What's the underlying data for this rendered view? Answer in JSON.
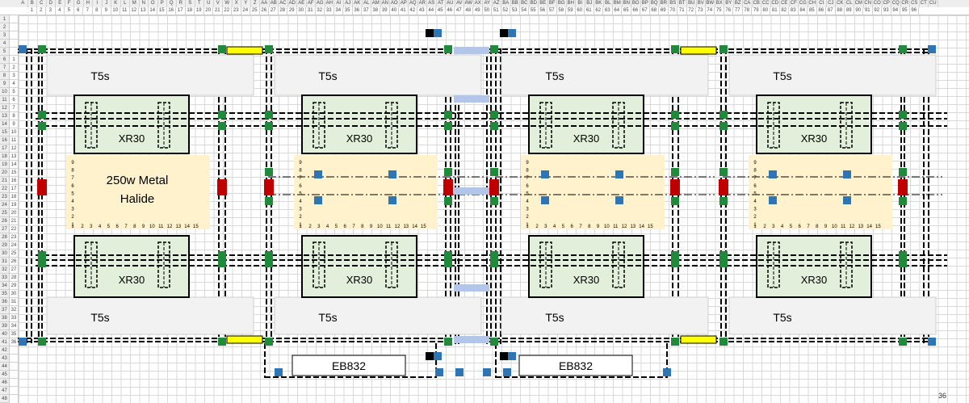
{
  "spreadsheet": {
    "column_letters": [
      "A",
      "B",
      "C",
      "D",
      "E",
      "F",
      "G",
      "H",
      "I",
      "J",
      "K",
      "L",
      "M",
      "N",
      "O",
      "P",
      "Q",
      "R",
      "S",
      "T",
      "U",
      "V",
      "W",
      "X",
      "Y",
      "Z",
      "AA",
      "AB",
      "AC",
      "AD",
      "AE",
      "AF",
      "AG",
      "AH",
      "AI",
      "AJ",
      "AK",
      "AL",
      "AM",
      "AN",
      "AO",
      "AP",
      "AQ",
      "AR",
      "AS",
      "AT",
      "AU",
      "AV",
      "AW",
      "AX",
      "AY",
      "AZ",
      "BA",
      "BB",
      "BC",
      "BD",
      "BE",
      "BF",
      "BG",
      "BH",
      "BI",
      "BJ",
      "BK",
      "BL",
      "BM",
      "BN",
      "BO",
      "BP",
      "BQ",
      "BR",
      "BS",
      "BT",
      "BU",
      "BV",
      "BW",
      "BX",
      "BY",
      "BZ",
      "CA",
      "CB",
      "CC",
      "CD",
      "CE",
      "CF",
      "CG",
      "CH",
      "CI",
      "CJ",
      "CK",
      "CL",
      "CM",
      "CN",
      "CO",
      "CP",
      "CQ",
      "CR",
      "CS",
      "CT",
      "CU"
    ],
    "column_numbers": [
      "1",
      "2",
      "3",
      "4",
      "5",
      "6",
      "7",
      "8",
      "9",
      "10",
      "11",
      "12",
      "13",
      "14",
      "15",
      "16",
      "17",
      "18",
      "19",
      "20",
      "21",
      "22",
      "23",
      "24",
      "25",
      "26",
      "27",
      "28",
      "29",
      "30",
      "31",
      "32",
      "33",
      "34",
      "35",
      "36",
      "37",
      "38",
      "39",
      "40",
      "41",
      "42",
      "43",
      "44",
      "45",
      "46",
      "47",
      "48",
      "49",
      "50",
      "51",
      "52",
      "53",
      "54",
      "55",
      "56",
      "57",
      "58",
      "59",
      "60",
      "61",
      "62",
      "63",
      "64",
      "65",
      "66",
      "67",
      "68",
      "69",
      "70",
      "71",
      "72",
      "73",
      "74",
      "75",
      "76",
      "77",
      "78",
      "79",
      "80",
      "81",
      "82",
      "83",
      "84",
      "85",
      "86",
      "87",
      "88",
      "89",
      "90",
      "91",
      "92",
      "93",
      "94",
      "95",
      "96"
    ],
    "row_numbers_left": [
      "1",
      "2",
      "3",
      "4",
      "5",
      "6",
      "7",
      "8",
      "9",
      "10",
      "11",
      "12",
      "13",
      "14",
      "15",
      "16",
      "17",
      "18",
      "19",
      "20",
      "21",
      "22",
      "23",
      "24",
      "25",
      "26",
      "27",
      "28",
      "29",
      "30",
      "31",
      "32",
      "33",
      "34",
      "35",
      "36",
      "37",
      "38",
      "39",
      "40",
      "41",
      "42",
      "43",
      "44",
      "45",
      "46",
      "47",
      "48"
    ],
    "row_numbers_inner": [
      "",
      "",
      "",
      "",
      "",
      "1",
      "2",
      "3",
      "4",
      "5",
      "6",
      "7",
      "8",
      "9",
      "10",
      "11",
      "12",
      "13",
      "14",
      "15",
      "16",
      "17",
      "18",
      "19",
      "20",
      "21",
      "22",
      "23",
      "24",
      "25",
      "26",
      "27",
      "28",
      "29",
      "30",
      "31",
      "32",
      "33",
      "34",
      "35",
      "36",
      "",
      "",
      "",
      "",
      "",
      ""
    ],
    "corner_text": "36"
  },
  "layout": {
    "t5_label": "T5s",
    "xr_label": "XR30",
    "metal_halide_line1": "250w Metal",
    "metal_halide_line2": "Halide",
    "ballast_label": "EB832",
    "axis_y_ticks": [
      "9",
      "8",
      "7",
      "6",
      "5",
      "4",
      "3",
      "2",
      "1"
    ],
    "axis_x_ticks": [
      "2",
      "3",
      "4",
      "5",
      "6",
      "7",
      "8",
      "9",
      "10",
      "11",
      "12",
      "13",
      "14",
      "15"
    ]
  },
  "colors": {
    "panel_grey": "#f2f2f2",
    "fixture_green": "#e2efda",
    "halide_fill": "#fff2cc",
    "node_green": "#1e8a3a",
    "node_blue": "#2e75b6",
    "node_red": "#c00000",
    "bar_yellow": "#ffff00",
    "bar_lightblue": "#b4c6e7"
  }
}
